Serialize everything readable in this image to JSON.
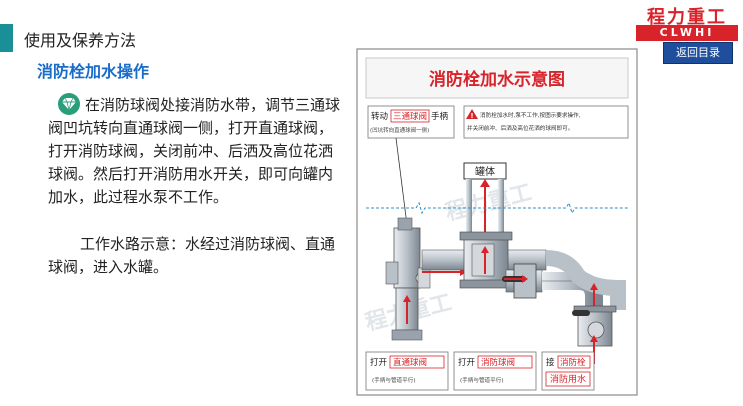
{
  "header": {
    "section_title": "使用及保养方法",
    "logo_cn": "程力重工",
    "logo_en": "CLWHI",
    "back_label": "返回目录"
  },
  "content": {
    "subtitle": "消防栓加水操作",
    "para1": "在消防球阀处接消防水带，调节三通球阀凹坑转向直通球阀一侧，打开直通球阀，打开消防球阀，关闭前冲、后洒及高位花洒球阀。然后打开消防用水开关，即可向罐内加水，此过程水泵不工作。",
    "para2": "工作水路示意：水经过消防球阀、直通球阀，进入水罐。"
  },
  "diagram": {
    "title": "消防栓加水示意图",
    "rotate_prefix": "转动",
    "rotate_valve": "三通球阀",
    "rotate_suffix": "手柄",
    "rotate_note": "(凹坑转向直通球阀一侧)",
    "warning_line1": "消防栓加水时,泵不工作,按图示要求操作,",
    "warning_line2": "并关闭前冲、后洒及高位花洒的球阀即可。",
    "tank_label": "罐体",
    "bottom_left_prefix": "打开",
    "bottom_left_valve": "直通球阀",
    "bottom_left_note": "(手柄与管道平行)",
    "bottom_mid_prefix": "打开",
    "bottom_mid_valve": "消防球阀",
    "bottom_mid_note": "(手柄与管道平行)",
    "bottom_right_prefix": "接",
    "bottom_right_valve": "消防栓",
    "bottom_right_water": "消防用水",
    "watermark": "程力重工",
    "accent_red": "#d8232a",
    "pipe_color": "#9aa3ad"
  }
}
